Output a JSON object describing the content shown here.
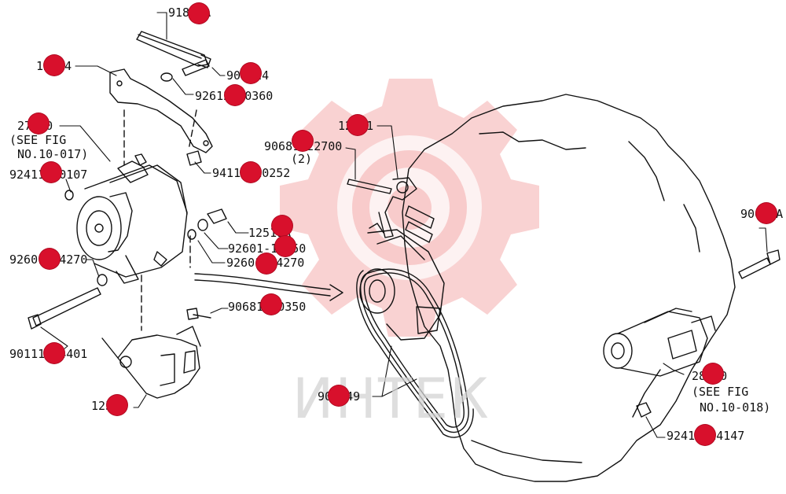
{
  "labels": {
    "p91891a": "91891A",
    "p12514": "12514",
    "p900124": "900124",
    "p92612": "92612-10360",
    "p27040": "27040",
    "p27040_note1": "(SEE FIG",
    "p27040_note2": "NO.10-017)",
    "p924110107": "92411-10107",
    "p94112": "94112-10252",
    "p90681227": "90681-22700",
    "p90681227_qty": "(2)",
    "p12281": "12281",
    "p90691a": "90691A",
    "p12511a": "12511A",
    "p926014350": "92601-14350",
    "p926014270a": "92601-14270",
    "p926014270b": "92601-14270",
    "p90681035": "90681-10350",
    "p90111644": "90111-64401",
    "p12511": "12511",
    "p900149": "900149",
    "p28100": "28100",
    "p28100_note1": "(SEE FIG",
    "p28100_note2": "NO.10-018)",
    "p924114": "92411-14147"
  },
  "watermark": {
    "text": "ИНТЕК",
    "color": "#d3d3d3"
  },
  "colors": {
    "line": "#111111",
    "marker": "#d8102c",
    "logo": "#f29b9b"
  }
}
